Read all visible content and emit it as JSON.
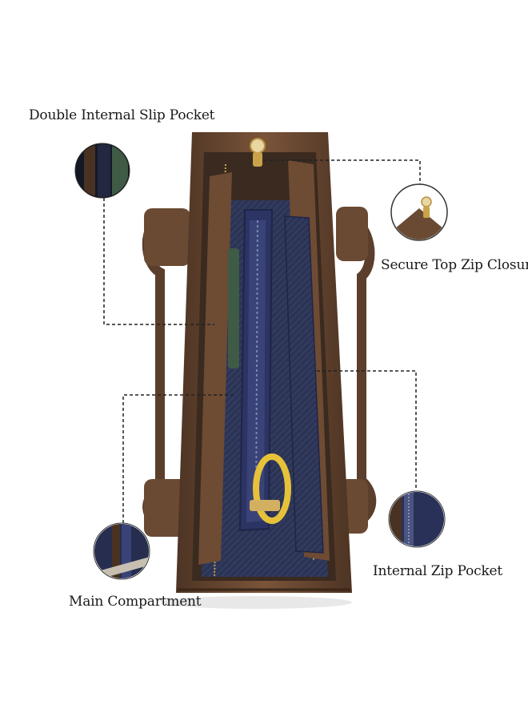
{
  "callouts": {
    "slip_pocket": "Double Internal Slip Pocket",
    "top_zip": "Secure Top Zip Closure",
    "zip_pocket": "Internal Zip Pocket",
    "main_compartment": "Main Compartment"
  },
  "colors": {
    "leather": "#6b4a33",
    "leather_dark": "#4a3222",
    "lining": "#2d3557",
    "hardware": "#c9a24a"
  }
}
